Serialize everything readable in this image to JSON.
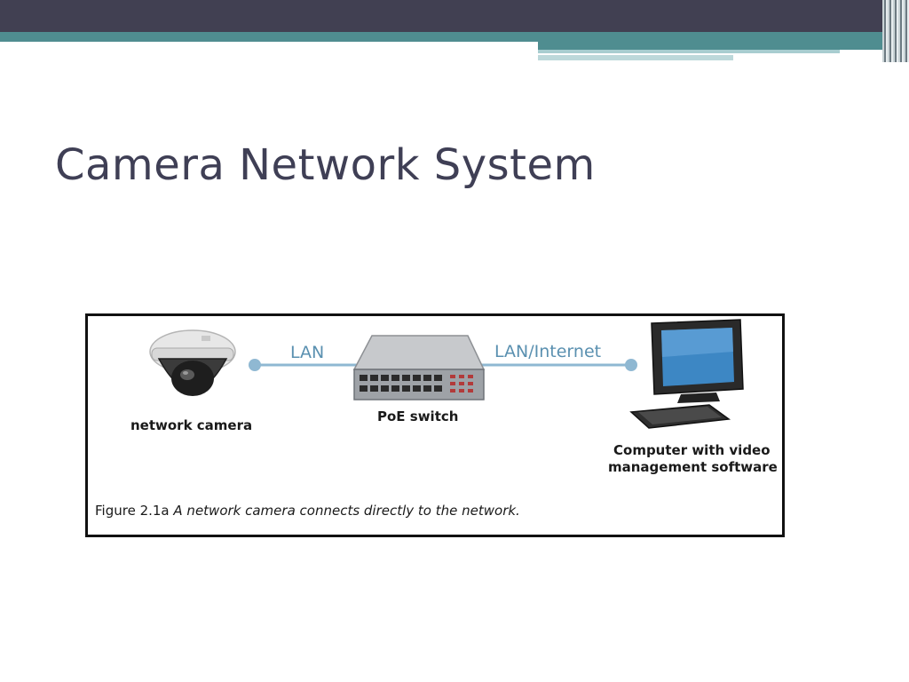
{
  "slide": {
    "title": "Camera Network System"
  },
  "figure": {
    "links": {
      "lan": "LAN",
      "lan_internet": "LAN/Internet"
    },
    "devices": {
      "camera": "network camera",
      "switch": "PoE switch",
      "computer_line1": "Computer with video",
      "computer_line2": "management software"
    },
    "caption": {
      "number": "Figure 2.1a",
      "text": "A network camera connects directly to the network."
    },
    "icons": [
      "dome-camera-icon",
      "poe-switch-icon",
      "computer-monitor-icon",
      "keyboard-icon"
    ]
  },
  "colors": {
    "header_dark": "#414052",
    "header_teal": "#4f8d90",
    "title_text": "#3f3f55",
    "link_line": "#8fb8d2",
    "link_label": "#5a90b0"
  }
}
